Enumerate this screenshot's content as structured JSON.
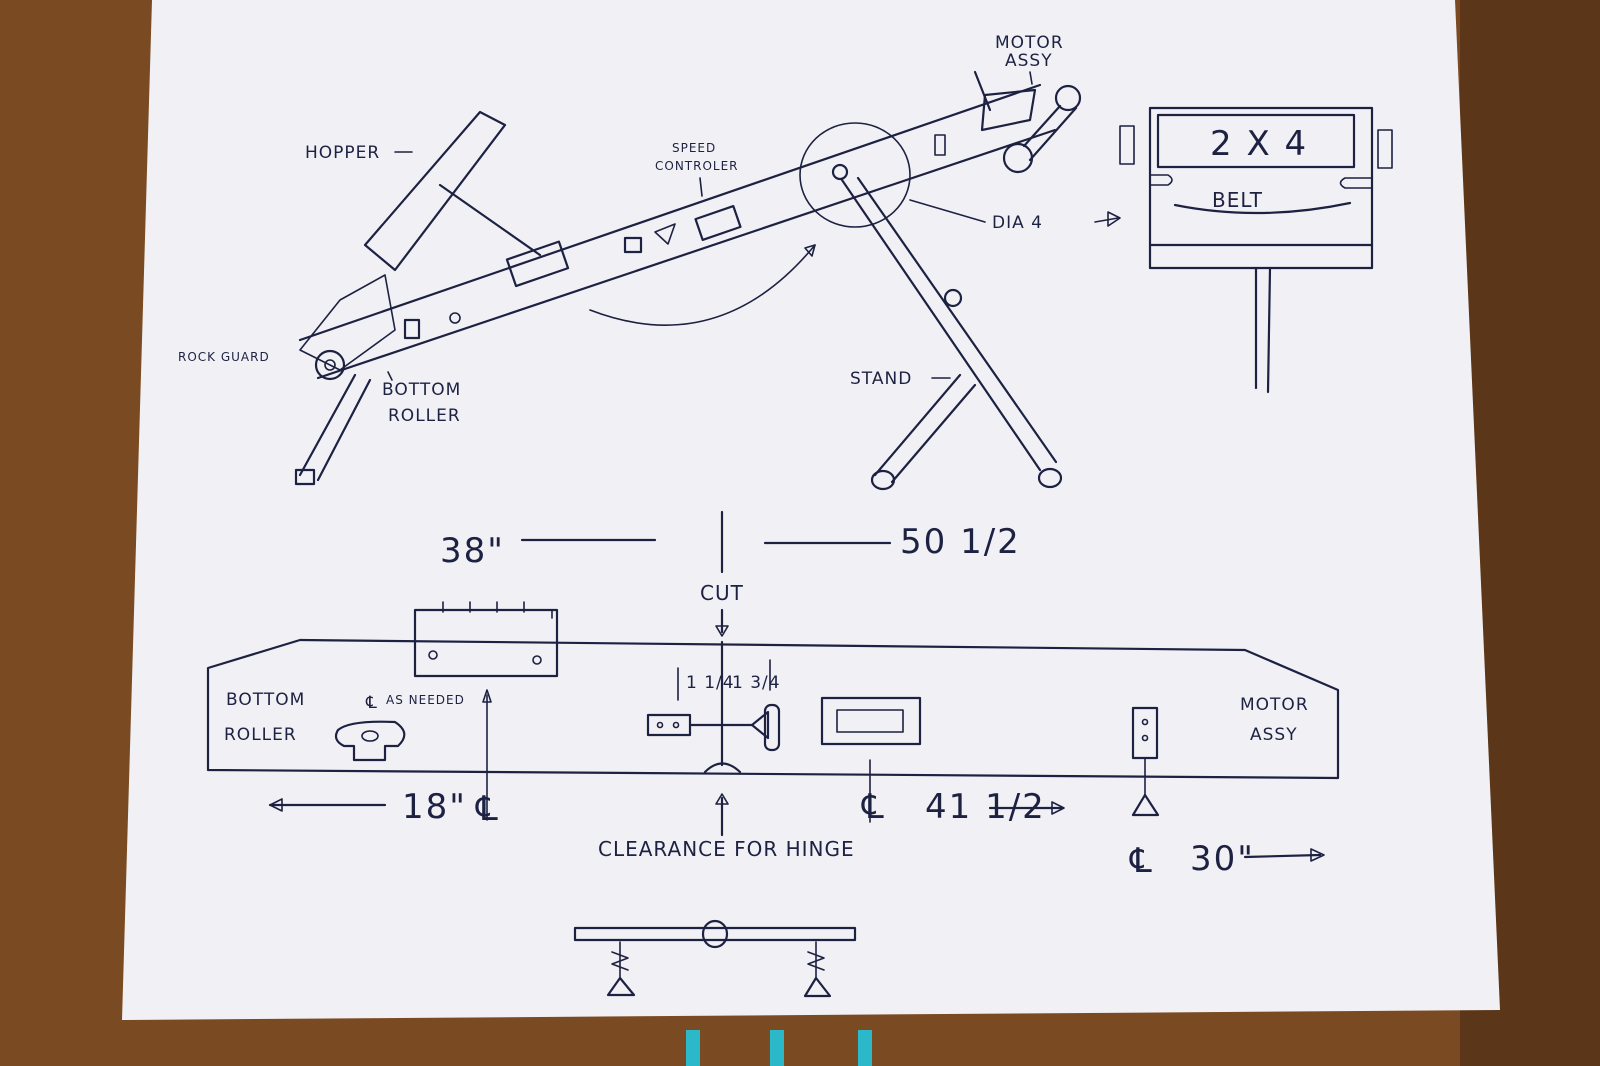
{
  "colors": {
    "cardboard": "#7a4a22",
    "paper": "#f1f1f5",
    "ink": "#1d2142",
    "tape": "#2bb8c9"
  },
  "labels": {
    "motor_assy_top": "MOTOR",
    "motor_assy_bottom": "ASSY",
    "hopper": "HOPPER",
    "speed_line1": "SPEED",
    "speed_line2": "CONTROLER",
    "rock_guard": "ROCK GUARD",
    "bottom_roller_1": "BOTTOM",
    "bottom_roller_2": "ROLLER",
    "stand": "STAND",
    "dia4": "DIA 4",
    "two_by_four": "2 X 4",
    "belt": "BELT",
    "dim_left": "38\"",
    "dim_right": "50 1/2",
    "cut": "CUT",
    "plan_bottom_1": "BOTTOM",
    "plan_bottom_2": "ROLLER",
    "as_needed": "AS NEEDED",
    "frac_a": "1 1/4",
    "frac_b": "1 3/4",
    "plan_motor_1": "MOTOR",
    "plan_motor_2": "ASSY",
    "dim_18": "18\"",
    "dim_41": "41 1/2",
    "clearance": "CLEARANCE FOR HINGE",
    "dim_30": "30\""
  },
  "symbols": {
    "centerline": "℄"
  }
}
